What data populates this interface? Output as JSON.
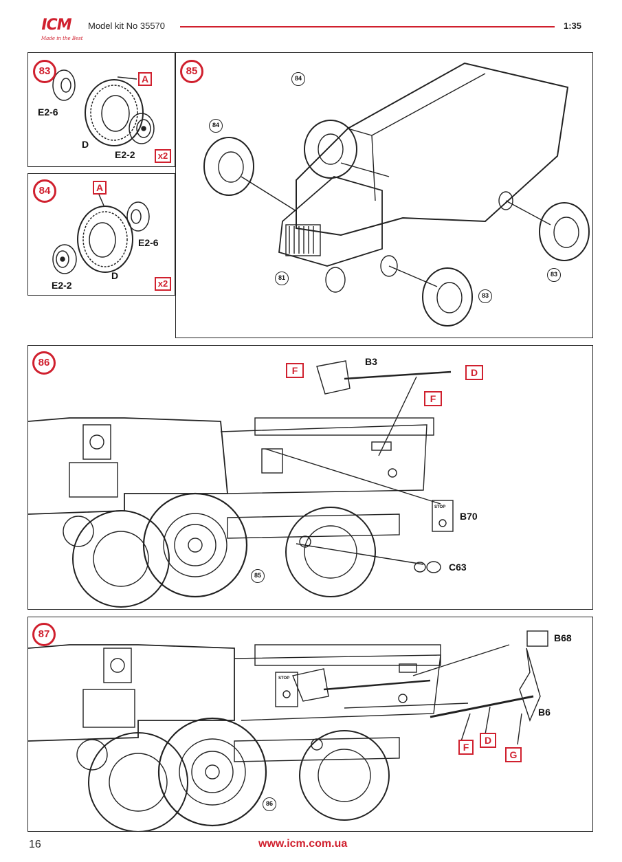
{
  "header": {
    "logo_text": "ICM",
    "logo_tagline": "Made in the Best",
    "kit_title": "Model kit No 35570",
    "scale": "1:35"
  },
  "colors": {
    "accent": "#d0202e",
    "line": "#222222"
  },
  "steps": {
    "s83": {
      "number": "83",
      "parts": [
        "E2-6",
        "D",
        "E2-2"
      ],
      "red_labels": [
        "A"
      ],
      "multiplier": "x2"
    },
    "s84": {
      "number": "84",
      "parts": [
        "E2-6",
        "D",
        "E2-2"
      ],
      "red_labels": [
        "A"
      ],
      "multiplier": "x2"
    },
    "s85": {
      "number": "85",
      "refs": [
        "84",
        "84",
        "81",
        "83",
        "83"
      ]
    },
    "s86": {
      "number": "86",
      "parts": [
        "B3",
        "B70",
        "C63"
      ],
      "red_labels": [
        "F",
        "D",
        "F"
      ],
      "refs": [
        "85"
      ],
      "sign_text": "STOP"
    },
    "s87": {
      "number": "87",
      "parts": [
        "B68",
        "B6"
      ],
      "red_labels": [
        "F",
        "D",
        "G"
      ],
      "refs": [
        "86"
      ],
      "sign_text": "STOP"
    }
  },
  "footer": {
    "page_number": "16",
    "website": "www.icm.com.ua"
  }
}
